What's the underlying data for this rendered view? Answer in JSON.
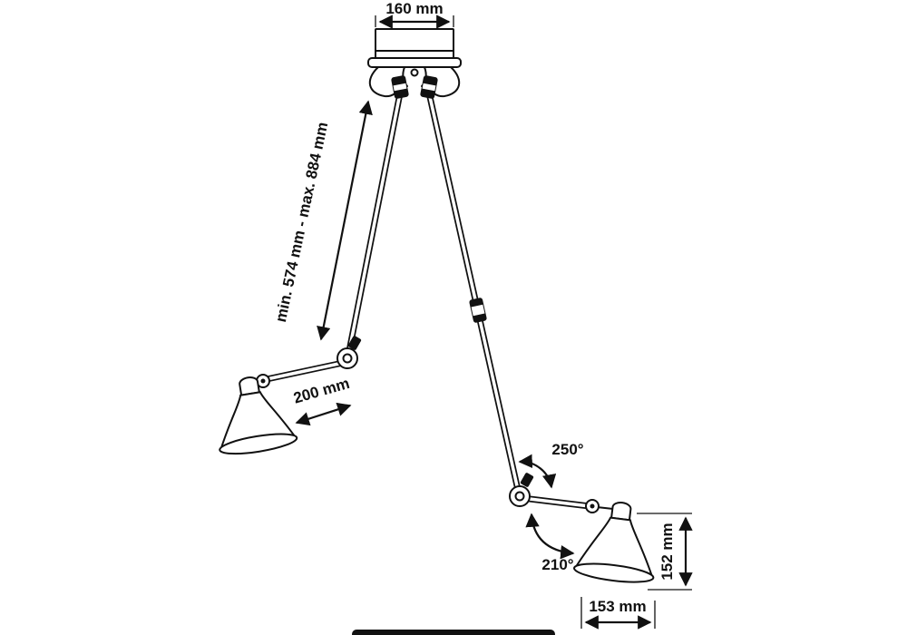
{
  "figure": {
    "background": "#ffffff",
    "line_color": "#111111"
  },
  "dimensions": {
    "mount_width": "160 mm",
    "arm_length_range": "min. 574 mm - max. 884 mm",
    "lower_arm_length": "200 mm",
    "upper_joint_angle": "250°",
    "lower_joint_angle": "210°",
    "shade_height": "152 mm",
    "shade_diameter": "153 mm"
  }
}
